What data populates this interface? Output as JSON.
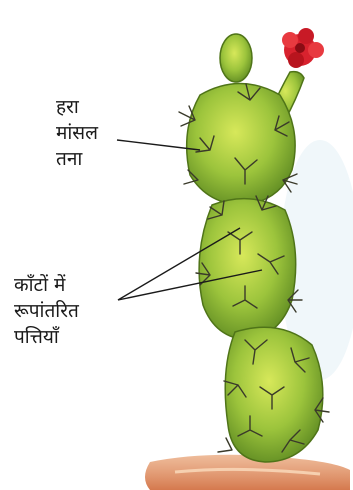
{
  "labels": {
    "stem": [
      "हरा",
      "मांसल",
      "तना"
    ],
    "spines": [
      "काँटों में",
      "रूपांतरित",
      "पत्तियाँ"
    ]
  },
  "colors": {
    "stem_green": "#9cc43c",
    "stem_dark": "#5e8a22",
    "flower_red": "#d8222e",
    "spine": "#3a3a2a",
    "soil": "#d98a55"
  },
  "icons": [
    "cactus-illustration",
    "flower-icon"
  ]
}
